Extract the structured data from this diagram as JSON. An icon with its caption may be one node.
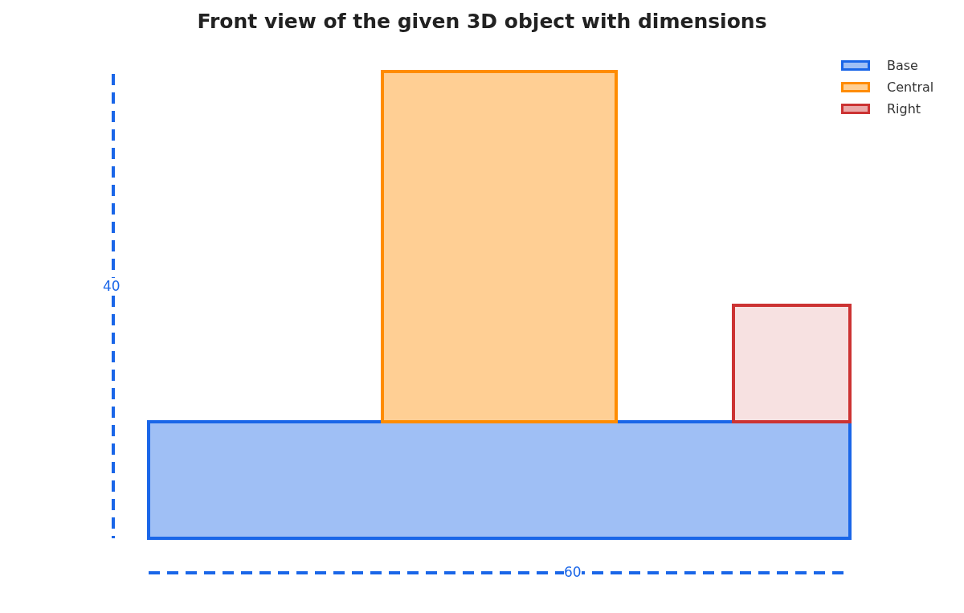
{
  "diagram": {
    "title": "Front view of the given 3D object with dimensions",
    "labels": [
      "40",
      "60"
    ],
    "legend": [
      {
        "text": "Base",
        "color": "#1a66e8"
      },
      {
        "text": "Central",
        "color": "#ff8c00"
      },
      {
        "text": "Right",
        "color": "#cc3333"
      }
    ]
  }
}
